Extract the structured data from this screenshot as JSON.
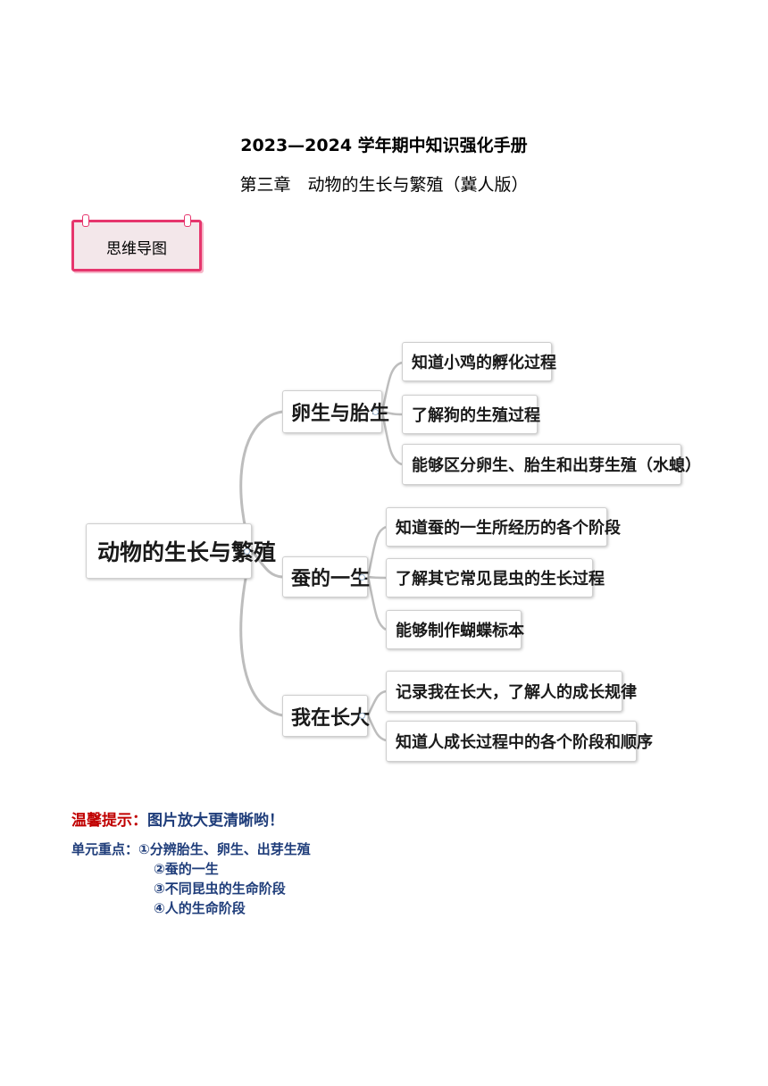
{
  "header": {
    "title": "2023—2024 学年期中知识强化手册",
    "subtitle": "第三章　动物的生长与繁殖（冀人版）"
  },
  "section_tag": {
    "label": "思维导图"
  },
  "mindmap": {
    "root": "动物的生长与繁殖",
    "branches": [
      {
        "label": "卵生与胎生",
        "children": [
          "知道小鸡的孵化过程",
          "了解狗的生殖过程",
          "能够区分卵生、胎生和出芽生殖（水螅）"
        ]
      },
      {
        "label": "蚕的一生",
        "children": [
          "知道蚕的一生所经历的各个阶段",
          "了解其它常见昆虫的生长过程",
          "能够制作蝴蝶标本"
        ]
      },
      {
        "label": "我在长大",
        "children": [
          "记录我在长大，了解人的成长规律",
          "知道人成长过程中的各个阶段和顺序"
        ]
      }
    ]
  },
  "tip": {
    "label": "温馨提示：",
    "text": "图片放大更清晰哟！"
  },
  "key_points": {
    "label": "单元重点：",
    "items": [
      "①分辨胎生、卵生、出芽生殖",
      "②蚕的一生",
      "③不同昆虫的生命阶段",
      "④人的生命阶段"
    ]
  },
  "colors": {
    "tag_border": "#e6366d",
    "tip_red": "#c00000",
    "key_blue": "#1f3d7a",
    "connector": "#bdbdbd"
  }
}
